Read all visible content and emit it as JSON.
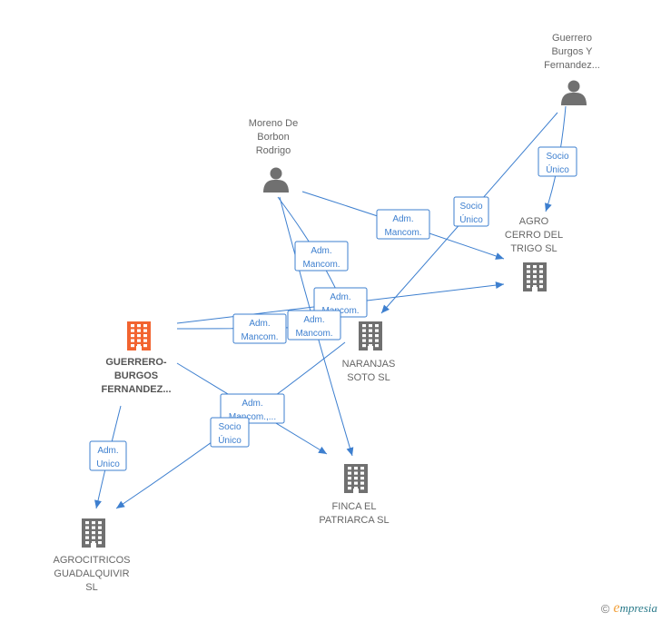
{
  "nodes": [
    {
      "id": "guerrero-persona",
      "type": "person",
      "lines": [
        "Guerrero",
        "Burgos Y",
        "Fernandez..."
      ]
    },
    {
      "id": "moreno",
      "type": "person",
      "lines": [
        "Moreno De",
        "Borbon",
        "Rodrigo"
      ]
    },
    {
      "id": "agro-cerro",
      "type": "company",
      "lines": [
        "AGRO",
        "CERRO DEL",
        "TRIGO  SL"
      ]
    },
    {
      "id": "guerrero-burgos",
      "type": "company-main",
      "lines": [
        "GUERRERO-",
        "BURGOS",
        "FERNANDEZ..."
      ]
    },
    {
      "id": "naranjas",
      "type": "company",
      "lines": [
        "NARANJAS",
        "SOTO  SL"
      ]
    },
    {
      "id": "finca",
      "type": "company",
      "lines": [
        "FINCA EL",
        "PATRIARCA  SL"
      ]
    },
    {
      "id": "agrocitricos",
      "type": "company",
      "lines": [
        "AGROCITRICOS",
        "GUADALQUIVIR",
        "SL"
      ]
    }
  ],
  "edges": [
    {
      "id": "e1",
      "lines": [
        "Socio",
        "Único"
      ]
    },
    {
      "id": "e2",
      "lines": [
        "Socio",
        "Único"
      ]
    },
    {
      "id": "e3",
      "lines": [
        "Adm.",
        "Mancom."
      ]
    },
    {
      "id": "e4",
      "lines": [
        "Adm.",
        "Mancom."
      ]
    },
    {
      "id": "e5",
      "lines": [
        "Adm.",
        "Mancom."
      ]
    },
    {
      "id": "e6",
      "lines": [
        "Adm.",
        "Mancom."
      ]
    },
    {
      "id": "e7",
      "lines": [
        "Adm.",
        "Mancom."
      ]
    },
    {
      "id": "e8",
      "lines": [
        "Adm.",
        "Mancom.,..."
      ]
    },
    {
      "id": "e9",
      "lines": [
        "Socio",
        "Único"
      ]
    },
    {
      "id": "e10",
      "lines": [
        "Adm.",
        "Unico"
      ]
    }
  ],
  "brand": {
    "copyright": "©",
    "e": "e",
    "rest": "mpresia"
  }
}
